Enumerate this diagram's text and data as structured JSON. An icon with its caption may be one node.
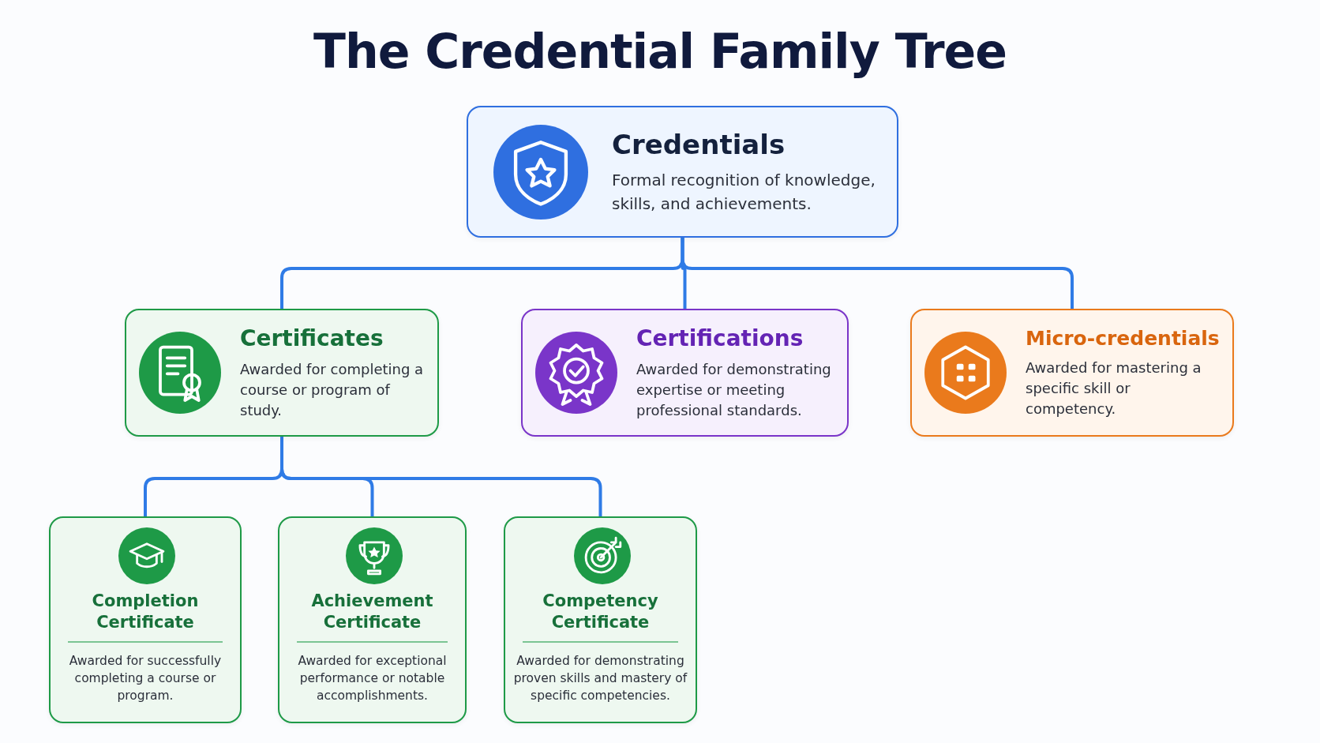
{
  "diagram": {
    "title": "The Credential Family Tree",
    "nodes": [
      {
        "text": [
          "Credentials",
          "Formal recognition of knowledge, skills, and achievements."
        ]
      },
      {
        "text": [
          "Certificates",
          "Awarded for completing a course or program of study."
        ]
      },
      {
        "text": [
          "Certifications",
          "Awarded for demonstrating expertise or meeting professional standards."
        ]
      },
      {
        "text": [
          "Micro-credentials",
          "Awarded for mastering a specific skill or competency."
        ]
      },
      {
        "text": [
          "Completion Certificate",
          "Awarded for successfully completing a course or program."
        ]
      },
      {
        "text": [
          "Achievement Certificate",
          "Awarded for exceptional performance or notable accomplishments."
        ]
      },
      {
        "text": [
          "Competency Certificate",
          "Awarded for demonstrating proven skills and mastery of specific competencies."
        ]
      }
    ],
    "edges": [
      {
        "from": 0,
        "to": 1,
        "arrow": "none"
      },
      {
        "from": 0,
        "to": 2,
        "arrow": "none"
      },
      {
        "from": 0,
        "to": 3,
        "arrow": "none"
      },
      {
        "from": 1,
        "to": 4,
        "arrow": "none"
      },
      {
        "from": 1,
        "to": 5,
        "arrow": "none"
      },
      {
        "from": 1,
        "to": 6,
        "arrow": "none"
      }
    ]
  }
}
